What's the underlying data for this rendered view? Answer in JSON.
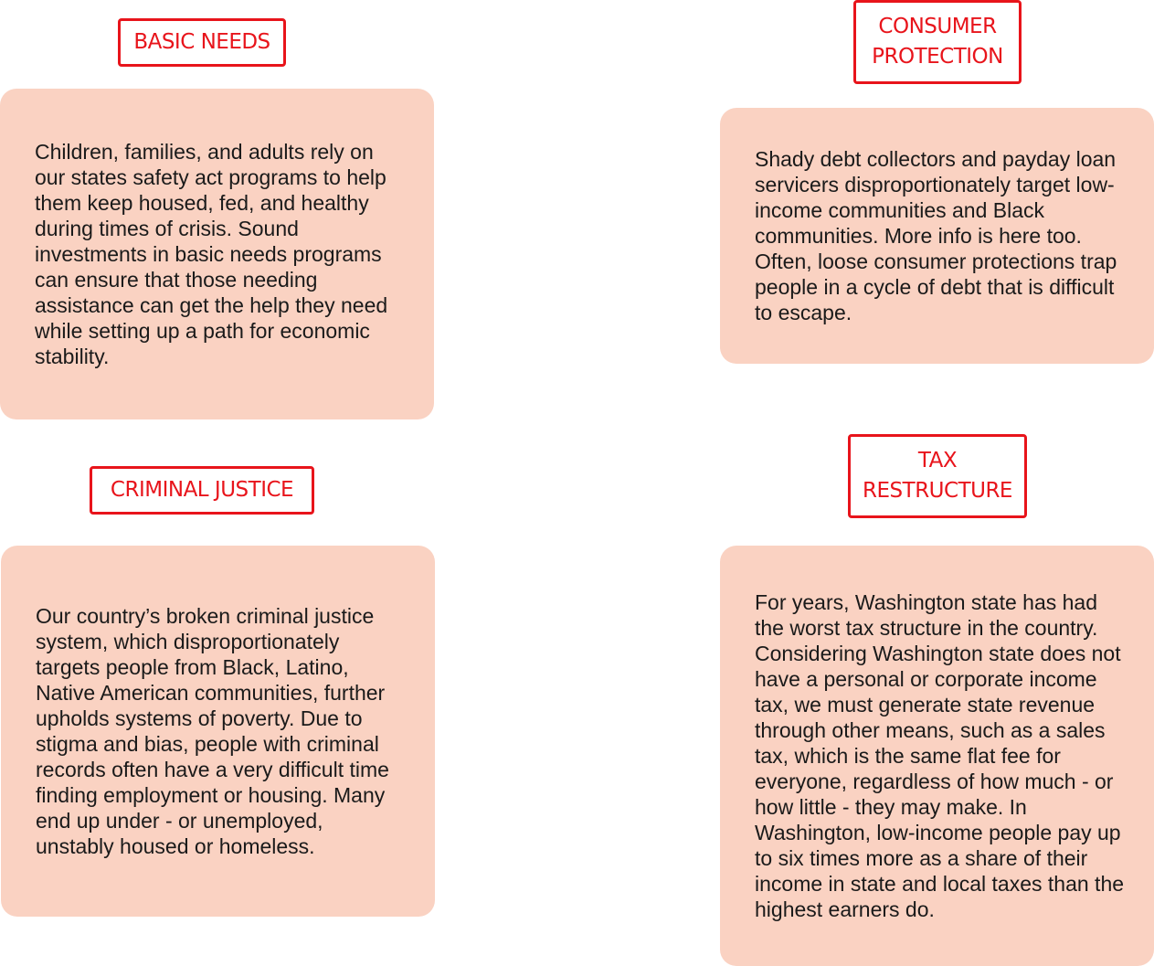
{
  "sections": [
    {
      "heading": "BASIC NEEDS",
      "body": "Children, families, and adults rely on our states safety act programs to help them keep housed, fed, and healthy during times of crisis. Sound investments in basic needs programs can ensure that those needing assistance can get the help they need while setting up a path for economic stability."
    },
    {
      "heading": "CONSUMER\nPROTECTION",
      "body": "Shady debt collectors and payday loan servicers disproportionately target low-income communities and Black communities. More info is here too. Often, loose consumer protections trap people in a cycle of debt that is difficult to escape."
    },
    {
      "heading": "CRIMINAL JUSTICE",
      "body": "Our country’s broken criminal justice system, which disproportionately targets people from Black, Latino, Native American communities, further upholds systems of poverty. Due to stigma and bias, people with criminal records often have a very difficult time finding employment or housing. Many end up under - or unemployed, unstably housed or homeless."
    },
    {
      "heading": "TAX\nRESTRUCTURE",
      "body": "For years, Washington state has had the worst tax structure in the country. Considering Washington state does not have a personal or corporate income tax, we must generate state revenue through other means, such as a sales tax, which is the same flat fee for everyone, regardless of how much - or how little - they may make. In Washington, low-income people pay up to six times more as a share of their income in state and local taxes than the highest earners do."
    }
  ],
  "colors": {
    "accent": "#e8141b",
    "card_background": "#fad2c2",
    "text": "#1a1a1a"
  }
}
